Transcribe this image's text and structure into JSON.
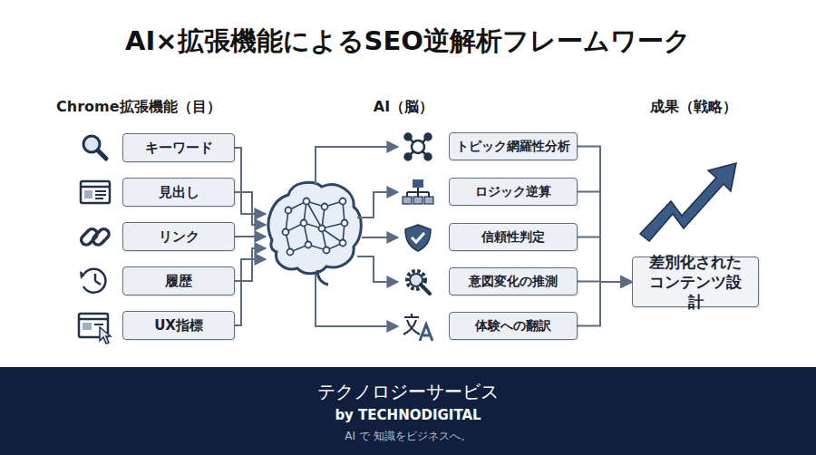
{
  "diagram": {
    "title": "AI×拡張機能によるSEO逆解析フレームワーク",
    "nodes": [
      {
        "text": [
          "キーワード"
        ]
      },
      {
        "text": [
          "見出し"
        ]
      },
      {
        "text": [
          "リンク"
        ]
      },
      {
        "text": [
          "履歴"
        ]
      },
      {
        "text": [
          "UX指標"
        ]
      },
      {
        "text": [
          "トピック網羅性分析"
        ]
      },
      {
        "text": [
          "ロジック逆算"
        ]
      },
      {
        "text": [
          "信頼性判定"
        ]
      },
      {
        "text": [
          "意図変化の推測"
        ]
      },
      {
        "text": [
          "体験への翻訳"
        ]
      },
      {
        "text": [
          "差別化されたコンテンツ設計"
        ]
      },
      {
        "text": [
          "テクノロジーサービス",
          "by TECHNODIGITAL",
          "AI で 知識をビジネスへ。"
        ]
      }
    ],
    "edges": [
      {
        "from": 5,
        "to": 10,
        "arrow": "to"
      },
      {
        "from": 6,
        "to": 10,
        "arrow": "to"
      },
      {
        "from": 7,
        "to": 10,
        "arrow": "to"
      },
      {
        "from": 8,
        "to": 10,
        "arrow": "to"
      },
      {
        "from": 9,
        "to": 10,
        "arrow": "to"
      }
    ],
    "labels": [
      "Chrome拡張機能（目）",
      "AI（脳）",
      "成果（戦略）"
    ]
  }
}
